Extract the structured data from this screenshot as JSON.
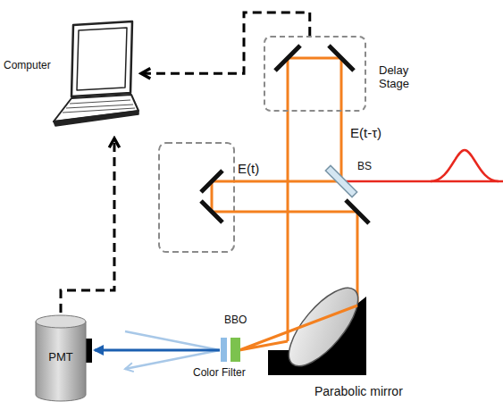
{
  "diagram": {
    "nodes": [
      {
        "text": [
          "Computer"
        ]
      },
      {
        "text": [
          "Delay Stage"
        ]
      },
      {
        "text": [
          "PMT"
        ]
      }
    ],
    "edges": [
      {
        "from": 1,
        "to": 0,
        "arrow": "to"
      },
      {
        "from": 2,
        "to": 0,
        "arrow": "to"
      }
    ],
    "labels": [
      "E(t-τ)",
      "E(t)",
      "BS",
      "BBO",
      "Color Filter",
      "Parabolic mirror"
    ]
  }
}
